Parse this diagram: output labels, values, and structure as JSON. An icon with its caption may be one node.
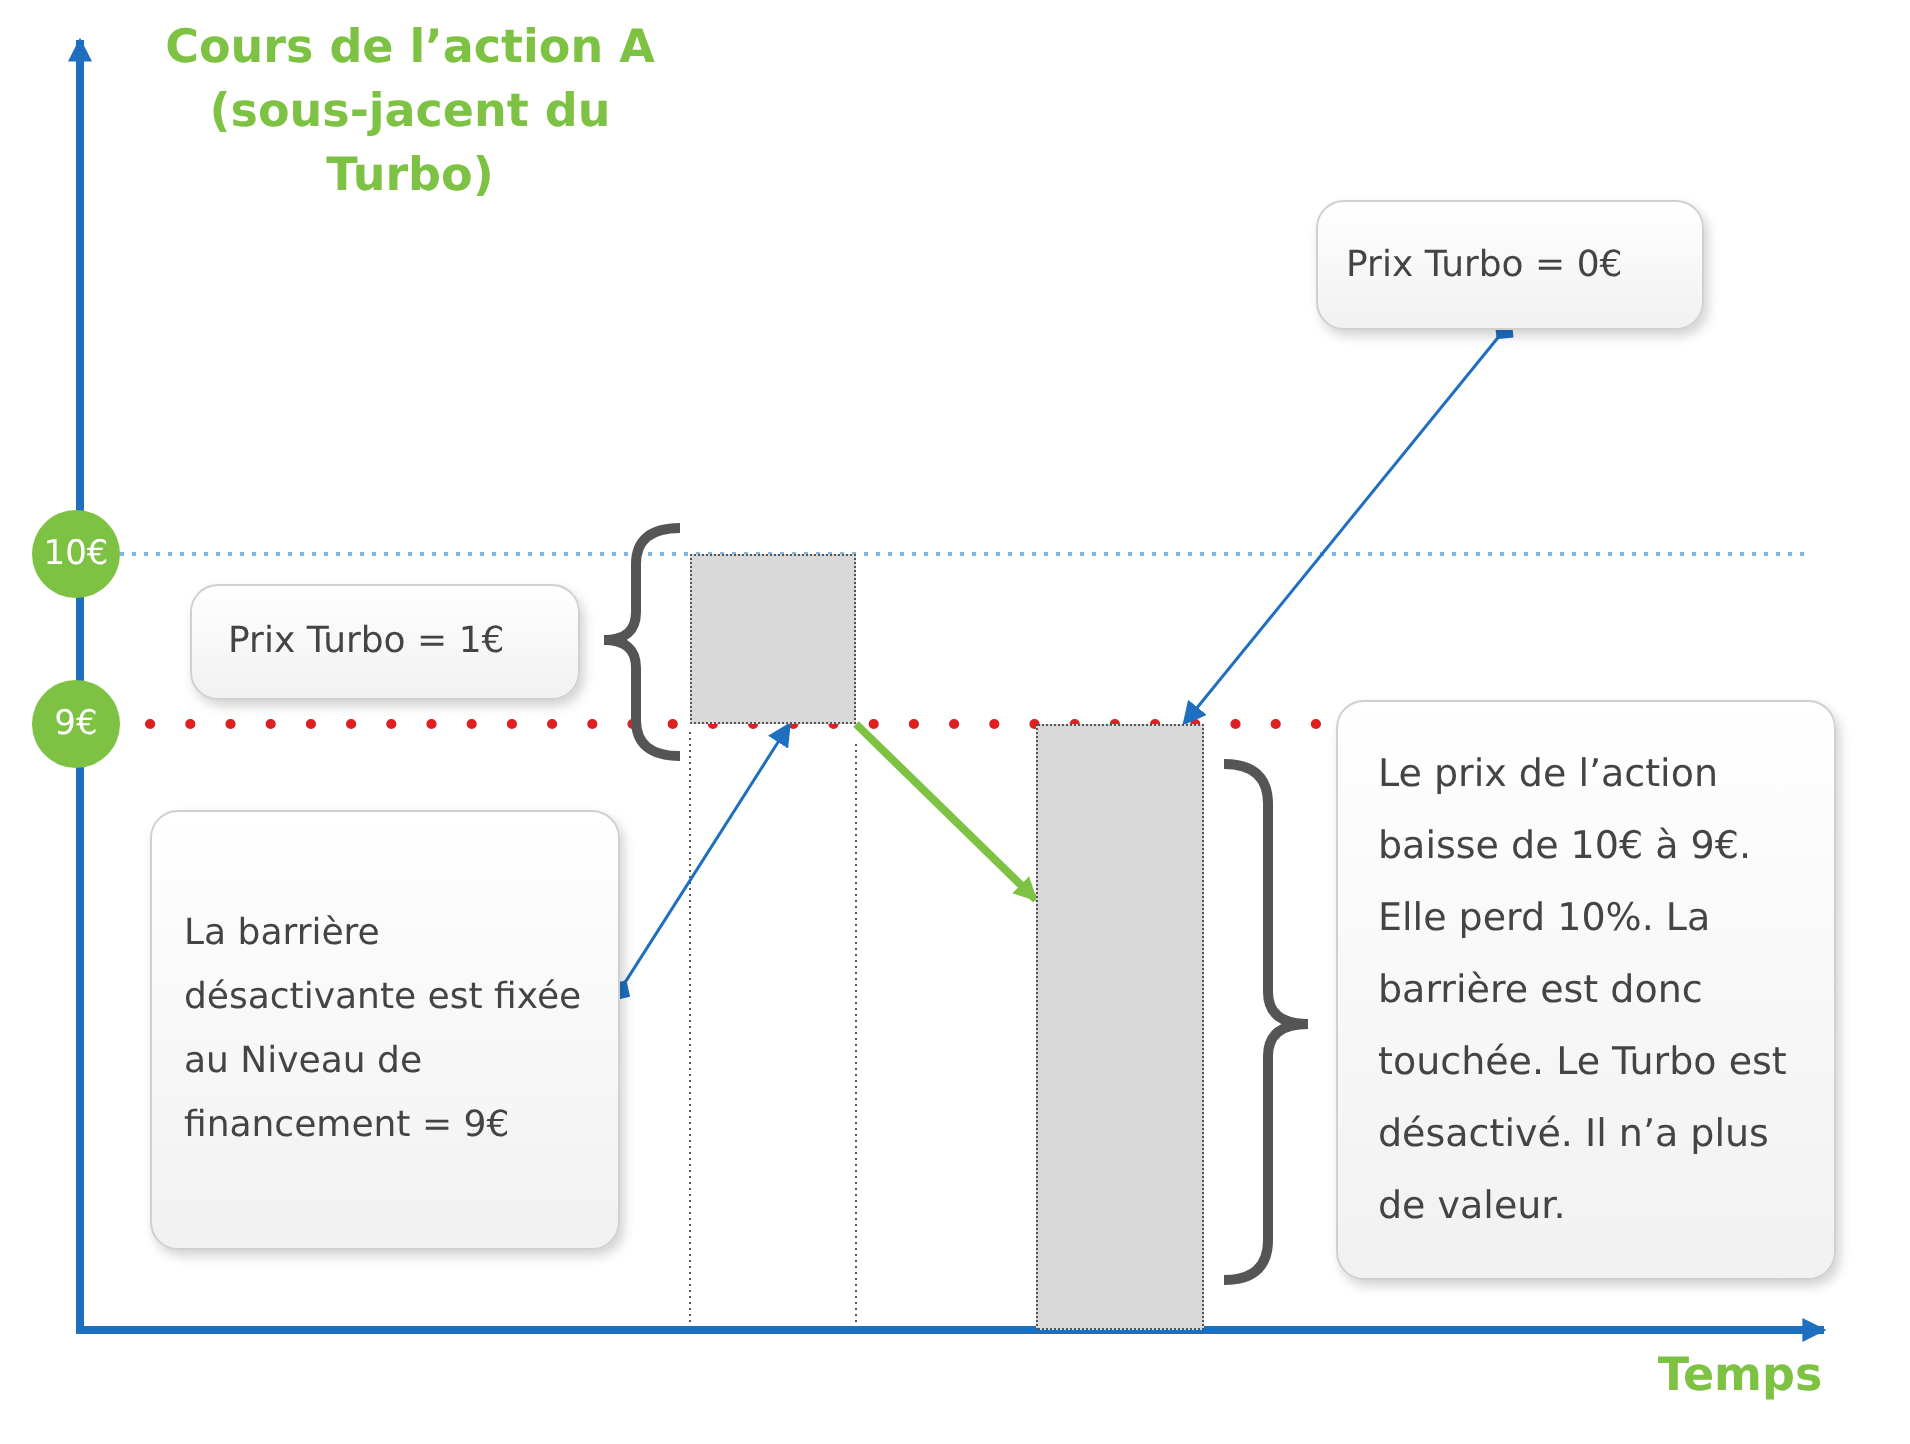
{
  "diagram": {
    "nodes": [
      {
        "text": [
          "Prix Turbo = 0€"
        ]
      },
      {
        "text": [
          "Prix Turbo = 1€"
        ]
      },
      {
        "text": [
          "La barrière désactivante est fixée au Niveau de financement = 9€"
        ]
      },
      {
        "text": [
          "Le prix de l’action baisse de 10€ à 9€. Elle perd 10%. La barrière est donc touchée. Le Turbo est désactivé. Il n’a plus de valeur."
        ]
      },
      {
        "text": [
          "10€"
        ]
      },
      {
        "text": [
          "9€"
        ]
      },
      {
        "text": [],
        "shape": "bar"
      },
      {
        "text": [],
        "shape": "bar"
      }
    ],
    "edges": [
      {
        "from": 0,
        "to": 7,
        "arrow": "to"
      },
      {
        "from": 2,
        "to": 6,
        "arrow": "to"
      },
      {
        "from": 6,
        "to": 7,
        "arrow": "to",
        "style": "thick",
        "color": "#7dc242"
      }
    ],
    "labels": [
      "Cours de l’action A (sous-jacent du Turbo)",
      "Temps"
    ]
  }
}
